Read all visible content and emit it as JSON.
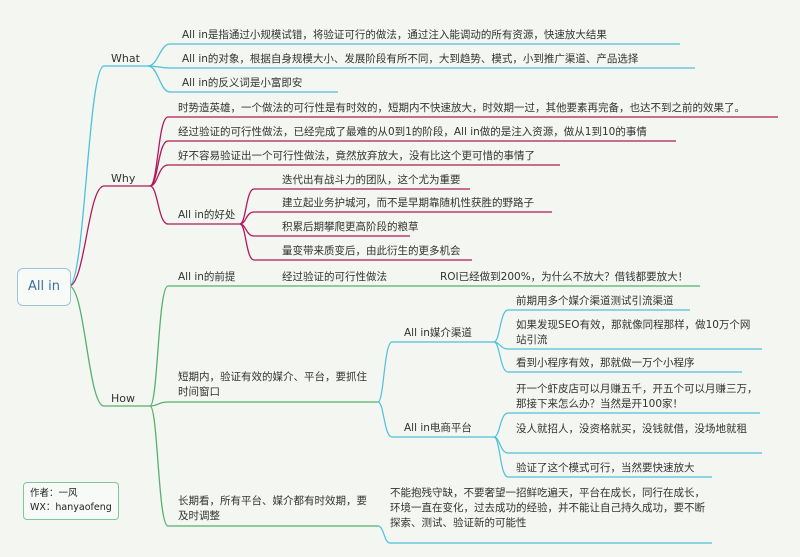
{
  "root": "All in",
  "author": {
    "line1": "作者：一风",
    "line2": "WX：hanyaofeng"
  },
  "what": {
    "label": "What",
    "items": [
      "All in是指通过小规模试错，将验证可行的做法，通过注入能调动的所有资源，快速放大结果",
      "All in的对象，根据自身规模大小、发展阶段有所不同，大到趋势、模式，小到推广渠道、产品选择",
      "All in的反义词是小富即安"
    ]
  },
  "why": {
    "label": "Why",
    "items": [
      "时势造英雄，一个做法的可行性是有时效的，短期内不快速放大，时效期一过，其他要素再完备，也达不到之前的效果了。",
      "经过验证的可行性做法，已经完成了最难的从0到1的阶段，All in做的是注入资源，做从1到10的事情",
      "好不容易验证出一个可行性做法，竟然放弃放大，没有比这个更可惜的事情了"
    ],
    "benefits": {
      "label": "All in的好处",
      "items": [
        "迭代出有战斗力的团队，这个尤为重要",
        "建立起业务护城河，而不是早期靠随机性获胜的野路子",
        "积累后期攀爬更高阶段的粮草",
        "量变带来质变后，由此衍生的更多机会"
      ]
    }
  },
  "how": {
    "label": "How",
    "premise": {
      "label": "All in的前提",
      "condition": "经过验证的可行性做法",
      "note": "ROI已经做到200%，为什么不放大？借钱都要放大！"
    },
    "short_term": {
      "label": "短期内，验证有效的媒介、平台，要抓住时间窗口",
      "media": {
        "label": "All in媒介渠道",
        "items": [
          "前期用多个媒介渠道测试引流渠道",
          "如果发现SEO有效，那就像同程那样，做10万个网站引流",
          "看到小程序有效，那就做一万个小程序"
        ]
      },
      "ecommerce": {
        "label": "All in电商平台",
        "items": [
          "开一个虾皮店可以月赚五千，开五个可以月赚三万，那接下来怎么办？当然是开100家！",
          "没人就招人，没资格就买，没钱就借，没场地就租",
          "验证了这个模式可行，当然要快速放大"
        ]
      }
    },
    "long_term": {
      "label": "长期看，所有平台、媒介都有时效期，要及时调整",
      "note": "不能抱残守缺，不要奢望一招鲜吃遍天，平台在成长，同行在成长，环境一直在变化，过去成功的经验，并不能让自己持久成功，要不断探索、测试、验证新的可能性"
    }
  },
  "colors": {
    "what": "#4fc0dc",
    "why": "#b0195b",
    "how": "#56b06e",
    "root_text": "#3e6fa0"
  }
}
